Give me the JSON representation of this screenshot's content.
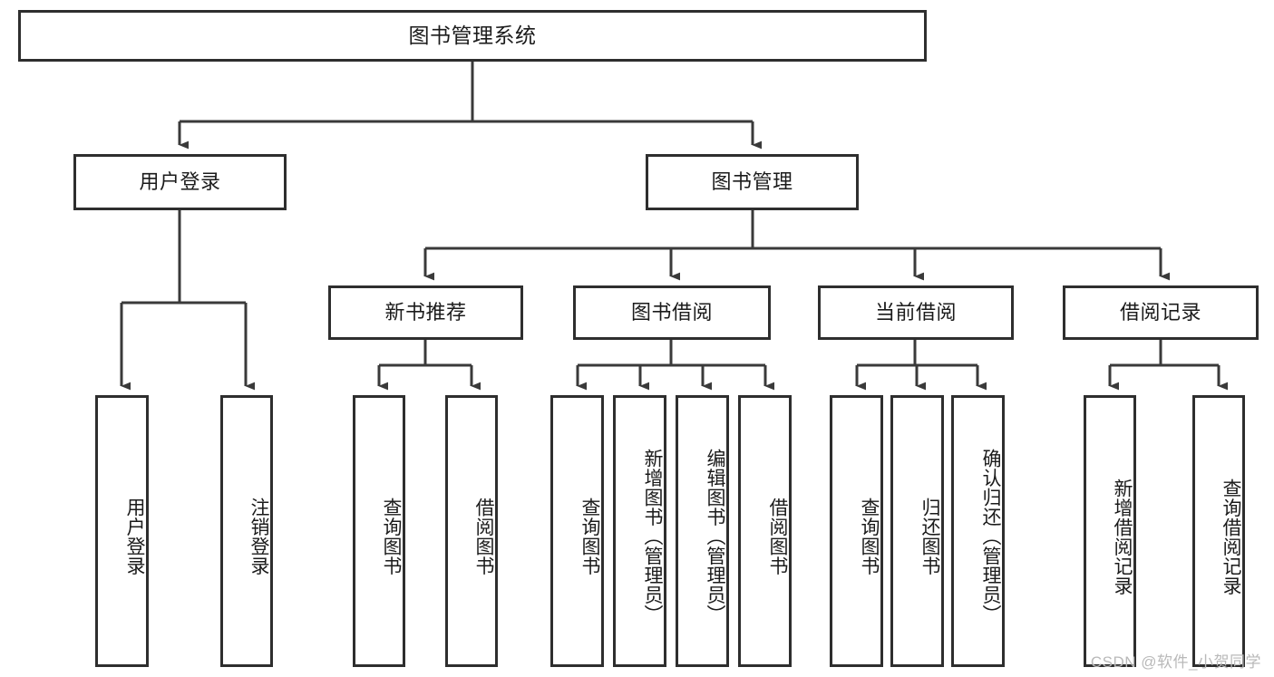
{
  "diagram": {
    "title": "图书管理系统",
    "watermark": "CSDN @软件_小贺同学",
    "colors": {
      "border": "#2e2e2e",
      "background": "#ffffff",
      "text": "#1b1b1b",
      "watermark": "#b9b9b9",
      "edge": "#3a3a3a"
    },
    "nodes": {
      "root": {
        "label": "图书管理系统"
      },
      "level1": [
        {
          "id": "user-login",
          "label": "用户登录"
        },
        {
          "id": "book-manage",
          "label": "图书管理"
        }
      ],
      "level2": [
        {
          "id": "new-book-recommend",
          "label": "新书推荐"
        },
        {
          "id": "book-borrow",
          "label": "图书借阅"
        },
        {
          "id": "current-borrow",
          "label": "当前借阅"
        },
        {
          "id": "borrow-record",
          "label": "借阅记录"
        }
      ],
      "leaves": {
        "user-login": [
          {
            "id": "leaf-user-login",
            "label": "用户登录"
          },
          {
            "id": "leaf-logout",
            "label": "注销登录"
          }
        ],
        "new-book-recommend": [
          {
            "id": "leaf-query-book-1",
            "label": "查询图书"
          },
          {
            "id": "leaf-borrow-book-1",
            "label": "借阅图书"
          }
        ],
        "book-borrow": [
          {
            "id": "leaf-query-book-2",
            "label": "查询图书"
          },
          {
            "id": "leaf-add-book",
            "label": "新增图书（管理员）"
          },
          {
            "id": "leaf-edit-book",
            "label": "编辑图书（管理员）"
          },
          {
            "id": "leaf-borrow-book-2",
            "label": "借阅图书"
          }
        ],
        "current-borrow": [
          {
            "id": "leaf-query-book-3",
            "label": "查询图书"
          },
          {
            "id": "leaf-return-book",
            "label": "归还图书"
          },
          {
            "id": "leaf-confirm-return",
            "label": "确认归还（管理员）"
          }
        ],
        "borrow-record": [
          {
            "id": "leaf-add-record",
            "label": "新增借阅记录"
          },
          {
            "id": "leaf-query-record",
            "label": "查询借阅记录"
          }
        ]
      }
    }
  }
}
